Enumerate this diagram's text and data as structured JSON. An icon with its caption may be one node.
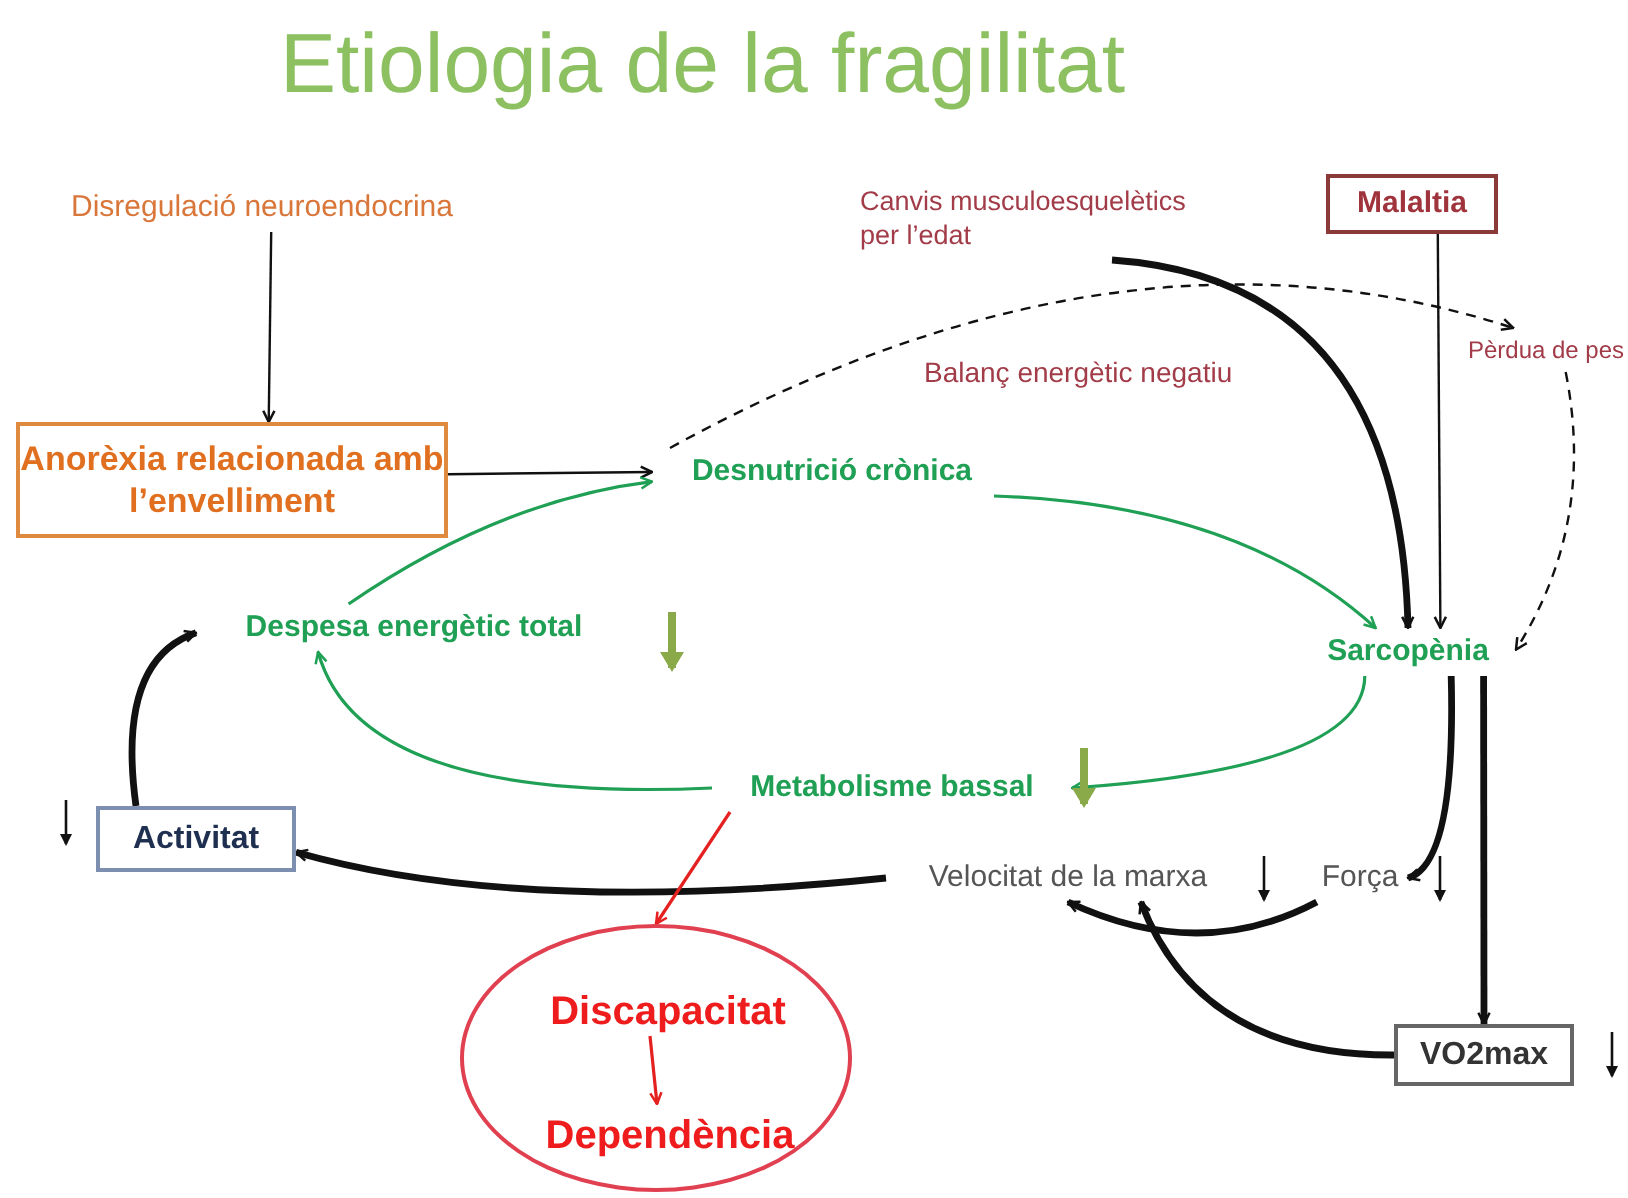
{
  "diagram": {
    "title": "Etiologia de la fragilitat",
    "nodes": [
      {
        "text": [
          "Disregulació neuroendocrina"
        ]
      },
      {
        "text": [
          "Anorèxia relacionada amb l’envelliment"
        ]
      },
      {
        "text": [
          "Desnutrició crònica"
        ]
      },
      {
        "text": [
          "Canvis musculoesquelètics per l’edat"
        ]
      },
      {
        "text": [
          "Malaltia"
        ]
      },
      {
        "text": [
          "Pèrdua de pes"
        ]
      },
      {
        "text": [
          "Sarcopènia"
        ]
      },
      {
        "text": [
          "Despesa energètic total"
        ]
      },
      {
        "text": [
          "Metabolisme bassal"
        ]
      },
      {
        "text": [
          "Activitat"
        ]
      },
      {
        "text": [
          "Velocitat de la marxa"
        ]
      },
      {
        "text": [
          "Força"
        ]
      },
      {
        "text": [
          "VO2max"
        ]
      },
      {
        "text": [],
        "shape": "circle"
      },
      {
        "text": [
          "Discapacitat"
        ],
        "in": 13
      },
      {
        "text": [
          "Dependència"
        ],
        "in": 13
      }
    ],
    "edges": [
      {
        "from": 0,
        "to": 1,
        "arrow": "to"
      },
      {
        "from": 1,
        "to": 2,
        "arrow": "to"
      },
      {
        "from": 2,
        "to": 6,
        "arrow": "to",
        "color": "#1fa055"
      },
      {
        "from": 6,
        "to": 8,
        "arrow": "to",
        "color": "#1fa055"
      },
      {
        "from": 8,
        "to": 7,
        "arrow": "to",
        "color": "#1fa055"
      },
      {
        "from": 7,
        "to": 2,
        "arrow": "to",
        "color": "#1fa055"
      },
      {
        "from": 2,
        "to": 5,
        "arrow": "to",
        "style": "dashed"
      },
      {
        "from": 3,
        "to": 6,
        "arrow": "to",
        "style": "thick"
      },
      {
        "from": 4,
        "to": 6,
        "arrow": "to"
      },
      {
        "from": 5,
        "to": 6,
        "arrow": "to",
        "style": "dashed"
      },
      {
        "from": 6,
        "to": 11,
        "arrow": "to",
        "style": "thick"
      },
      {
        "from": 6,
        "to": 12,
        "arrow": "to",
        "style": "thick"
      },
      {
        "from": 11,
        "to": 10,
        "arrow": "to",
        "style": "thick"
      },
      {
        "from": 12,
        "to": 10,
        "arrow": "to",
        "style": "thick"
      },
      {
        "from": 10,
        "to": 9,
        "arrow": "to",
        "style": "thick"
      },
      {
        "from": 9,
        "to": 7,
        "arrow": "to",
        "style": "thick"
      },
      {
        "from": 8,
        "to": 13,
        "arrow": "to",
        "color": "#e52020"
      },
      {
        "from": 14,
        "to": 15,
        "arrow": "to",
        "color": "#e52020"
      }
    ],
    "labels": [
      "Balanç energètic negatiu"
    ]
  }
}
